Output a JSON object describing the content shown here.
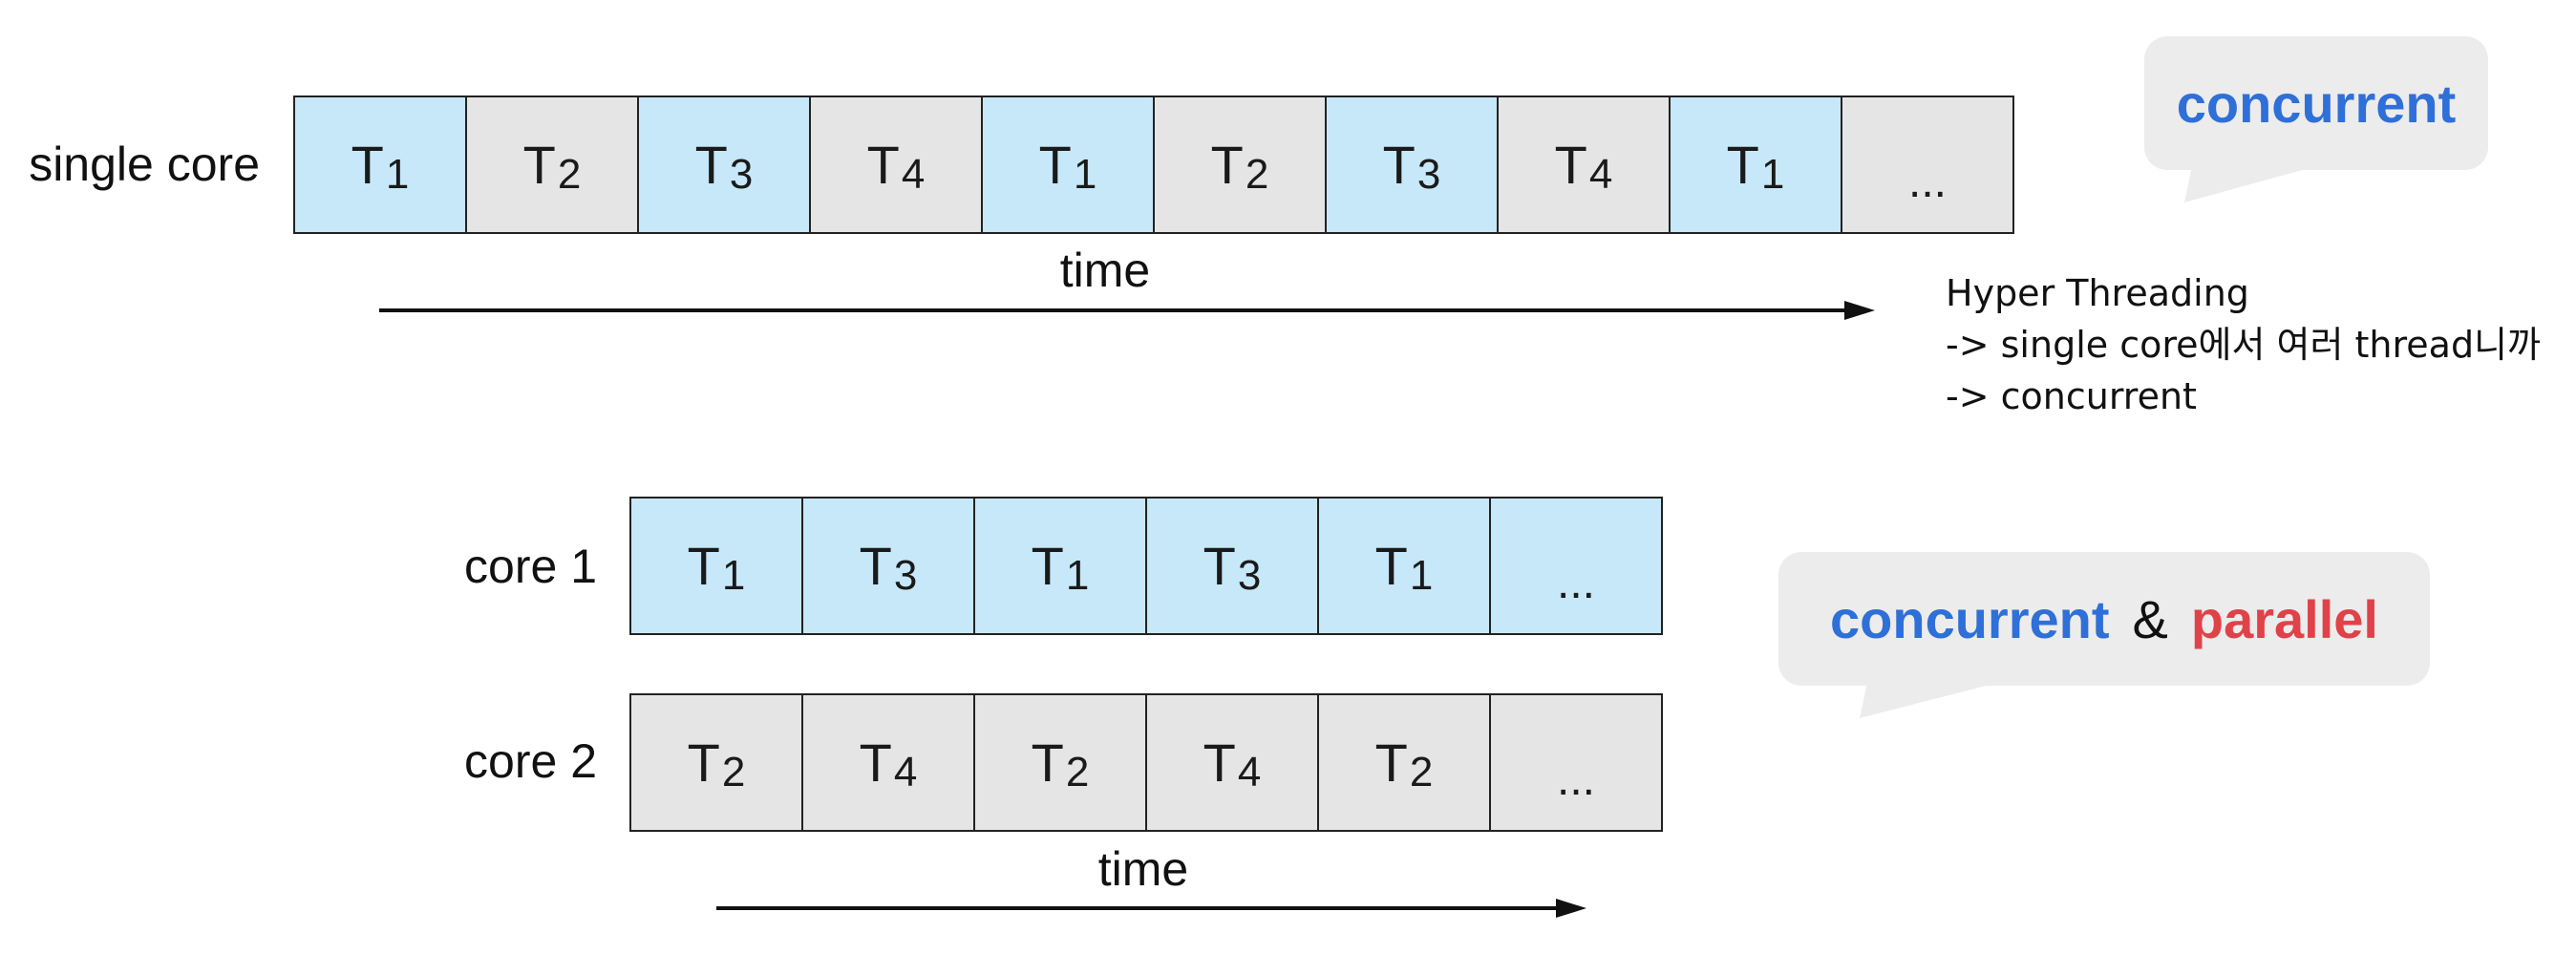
{
  "single_core": {
    "label": "single core",
    "cells": [
      {
        "t": "T",
        "n": "1",
        "tone": "blue"
      },
      {
        "t": "T",
        "n": "2",
        "tone": "gray"
      },
      {
        "t": "T",
        "n": "3",
        "tone": "blue"
      },
      {
        "t": "T",
        "n": "4",
        "tone": "gray"
      },
      {
        "t": "T",
        "n": "1",
        "tone": "blue"
      },
      {
        "t": "T",
        "n": "2",
        "tone": "gray"
      },
      {
        "t": "T",
        "n": "3",
        "tone": "blue"
      },
      {
        "t": "T",
        "n": "4",
        "tone": "gray"
      },
      {
        "t": "T",
        "n": "1",
        "tone": "blue"
      },
      {
        "t": "...",
        "n": "",
        "tone": "gray"
      }
    ],
    "time_label": "time"
  },
  "core1": {
    "label": "core 1",
    "cells": [
      {
        "t": "T",
        "n": "1",
        "tone": "blue"
      },
      {
        "t": "T",
        "n": "3",
        "tone": "blue"
      },
      {
        "t": "T",
        "n": "1",
        "tone": "blue"
      },
      {
        "t": "T",
        "n": "3",
        "tone": "blue"
      },
      {
        "t": "T",
        "n": "1",
        "tone": "blue"
      },
      {
        "t": "...",
        "n": "",
        "tone": "blue"
      }
    ]
  },
  "core2": {
    "label": "core 2",
    "cells": [
      {
        "t": "T",
        "n": "2",
        "tone": "gray"
      },
      {
        "t": "T",
        "n": "4",
        "tone": "gray"
      },
      {
        "t": "T",
        "n": "2",
        "tone": "gray"
      },
      {
        "t": "T",
        "n": "4",
        "tone": "gray"
      },
      {
        "t": "T",
        "n": "2",
        "tone": "gray"
      },
      {
        "t": "...",
        "n": "",
        "tone": "gray"
      }
    ]
  },
  "multi_time_label": "time",
  "bubble_top": {
    "text": "concurrent"
  },
  "bubble_bottom": {
    "word1": "concurrent",
    "amp": "&",
    "word2": "parallel"
  },
  "note": {
    "line1": "Hyper Threading",
    "line2": "-> single core에서 여러 thread니까",
    "line3": "-> concurrent"
  },
  "colors": {
    "blue_cell": "#c6e8f8",
    "gray_cell": "#e5e5e5",
    "concurrent_text": "#2f6fd8",
    "parallel_text": "#e0424a",
    "bubble_bg": "#ececec"
  }
}
